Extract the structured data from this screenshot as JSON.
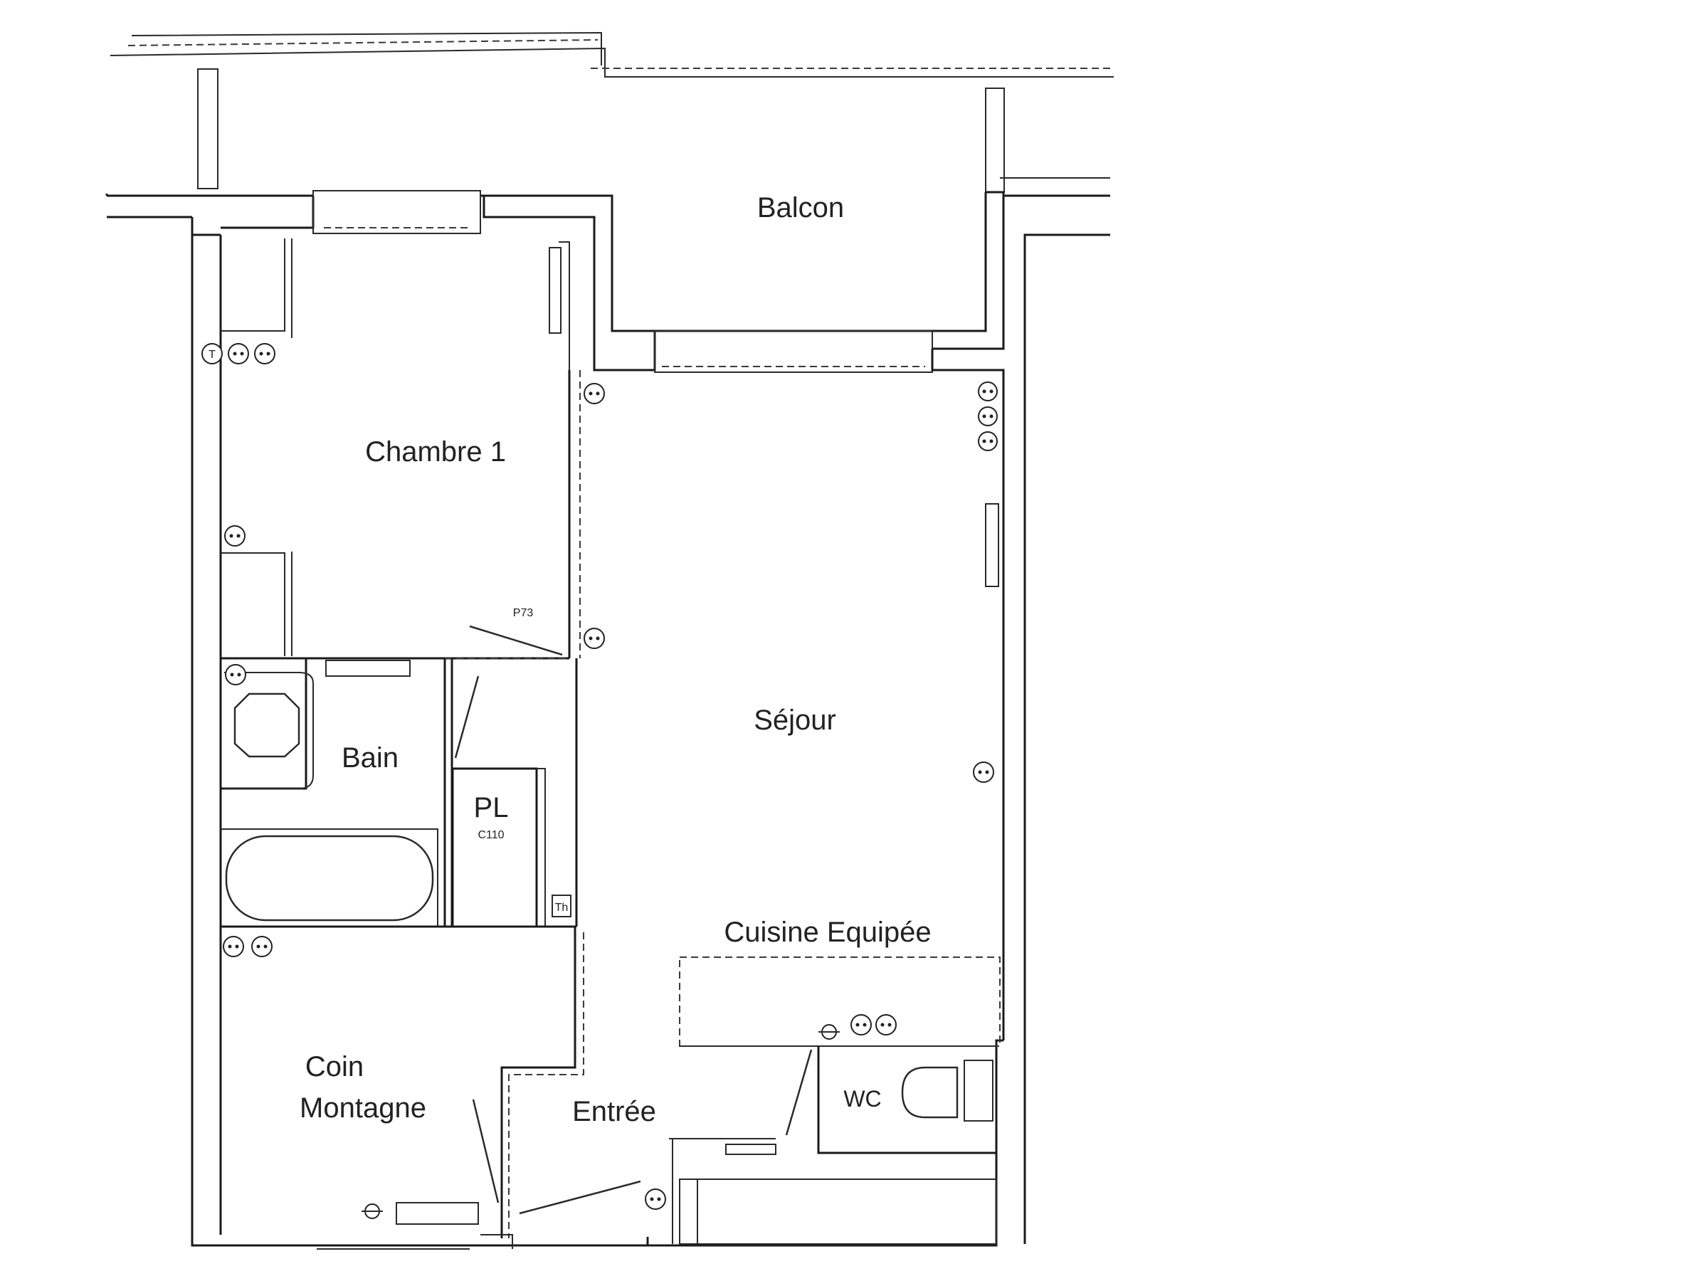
{
  "plan": {
    "rooms": {
      "balcon": "Balcon",
      "chambre": "Chambre 1",
      "sejour": "Séjour",
      "bain": "Bain",
      "pl": "PL",
      "pl_code": "C110",
      "cuisine": "Cuisine Equipée",
      "wc": "WC",
      "coin_line1": "Coin",
      "coin_line2": "Montagne",
      "entree": "Entrée"
    },
    "marks": {
      "door_p73": "P73",
      "thermostat": "Th",
      "telephone": "T"
    }
  }
}
